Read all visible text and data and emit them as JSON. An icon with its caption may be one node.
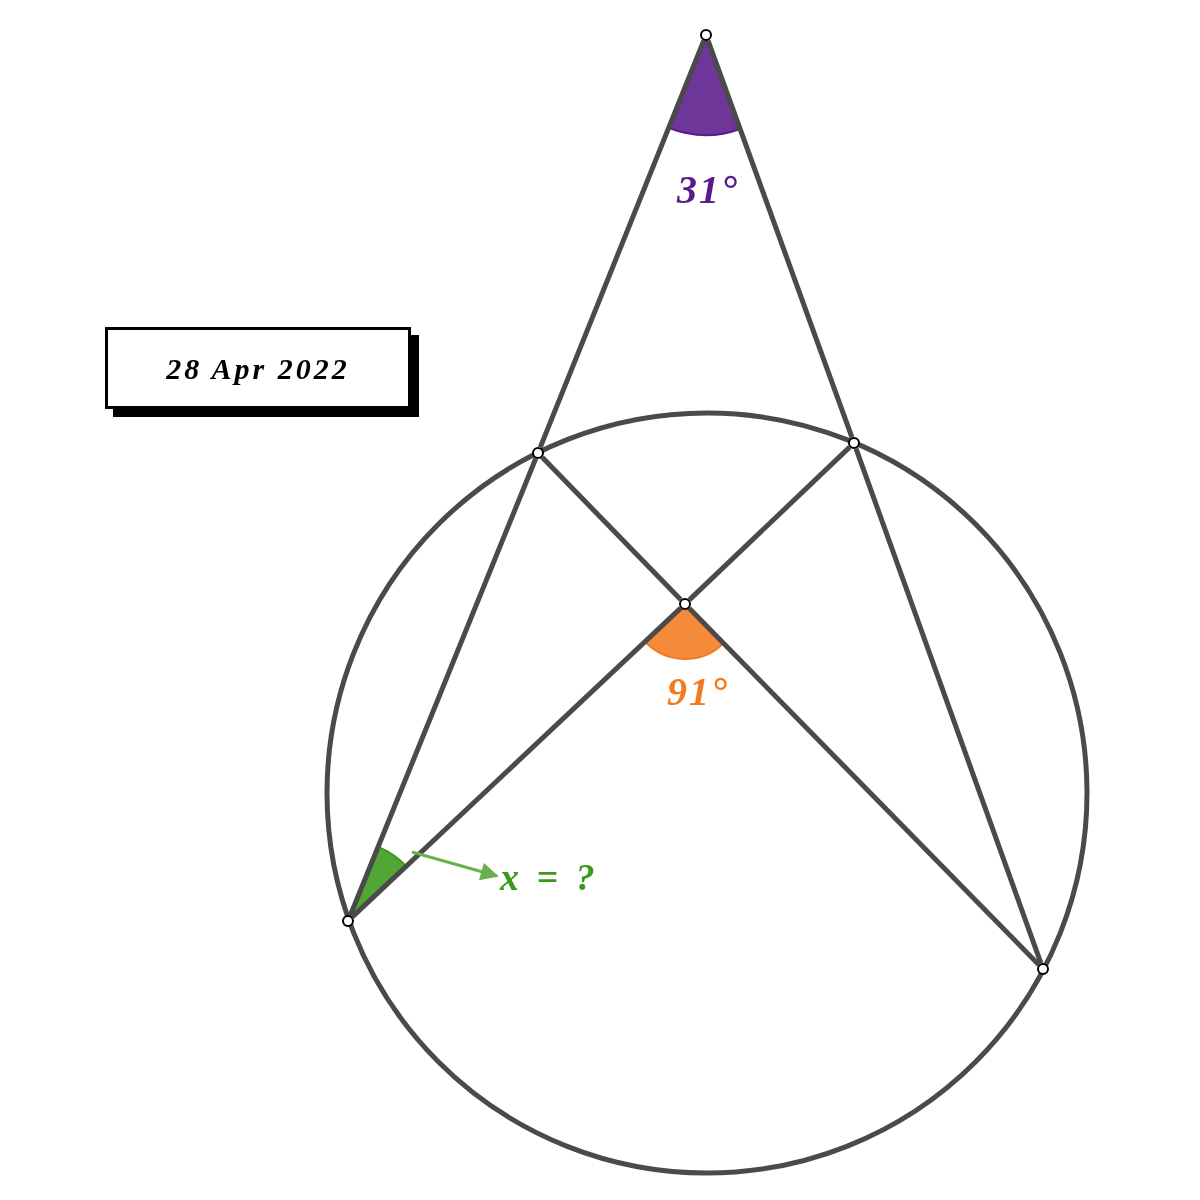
{
  "diagram": {
    "nodes": [
      {
        "text": [
          "28 Apr 2022"
        ]
      },
      {
        "text": [],
        "shape": "circle"
      },
      {
        "text": [],
        "shape": "circle"
      },
      {
        "text": [],
        "shape": "circle"
      },
      {
        "text": [],
        "shape": "circle"
      },
      {
        "text": [],
        "shape": "circle"
      },
      {
        "text": [],
        "shape": "circle"
      },
      {
        "text": [],
        "shape": "wedge"
      },
      {
        "text": [],
        "shape": "wedge"
      },
      {
        "text": [],
        "shape": "wedge"
      },
      {
        "text": [
          "x = ?"
        ]
      }
    ],
    "edges": [
      {
        "from": 1,
        "to": 3,
        "arrow": "none"
      },
      {
        "from": 3,
        "to": 5,
        "arrow": "none"
      },
      {
        "from": 1,
        "to": 2,
        "arrow": "none"
      },
      {
        "from": 2,
        "to": 6,
        "arrow": "none"
      },
      {
        "from": 3,
        "to": 4,
        "arrow": "none"
      },
      {
        "from": 4,
        "to": 6,
        "arrow": "none"
      },
      {
        "from": 2,
        "to": 4,
        "arrow": "none"
      },
      {
        "from": 4,
        "to": 5,
        "arrow": "none"
      },
      {
        "from": 9,
        "to": 10,
        "arrow": "to",
        "color": "#6ab04c"
      }
    ],
    "labels": [
      "31°",
      "91°"
    ]
  }
}
